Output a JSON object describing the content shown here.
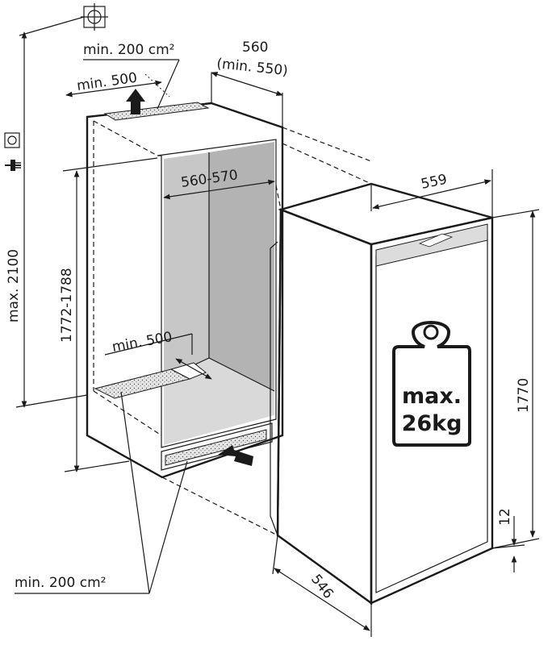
{
  "labels": {
    "top_vent_area": "min. 200 cm²",
    "niche_width": "560",
    "niche_width_min": "(min. 550)",
    "top_vent_depth": "min. 500",
    "max_height": "max. 2100",
    "inner_width": "560-570",
    "niche_height": "1772-1788",
    "bottom_vent_depth": "min. 500",
    "bottom_vent_area": "min. 200 cm²",
    "appliance_width": "559",
    "appliance_height": "1770",
    "offset": "12",
    "appliance_depth": "546"
  },
  "weight_badge": {
    "line1": "max.",
    "line2": "26kg"
  },
  "icons": [
    "crosshair-icon",
    "power-socket-icon",
    "power-plug-icon",
    "airflow-arrow-icon",
    "weight-icon"
  ]
}
